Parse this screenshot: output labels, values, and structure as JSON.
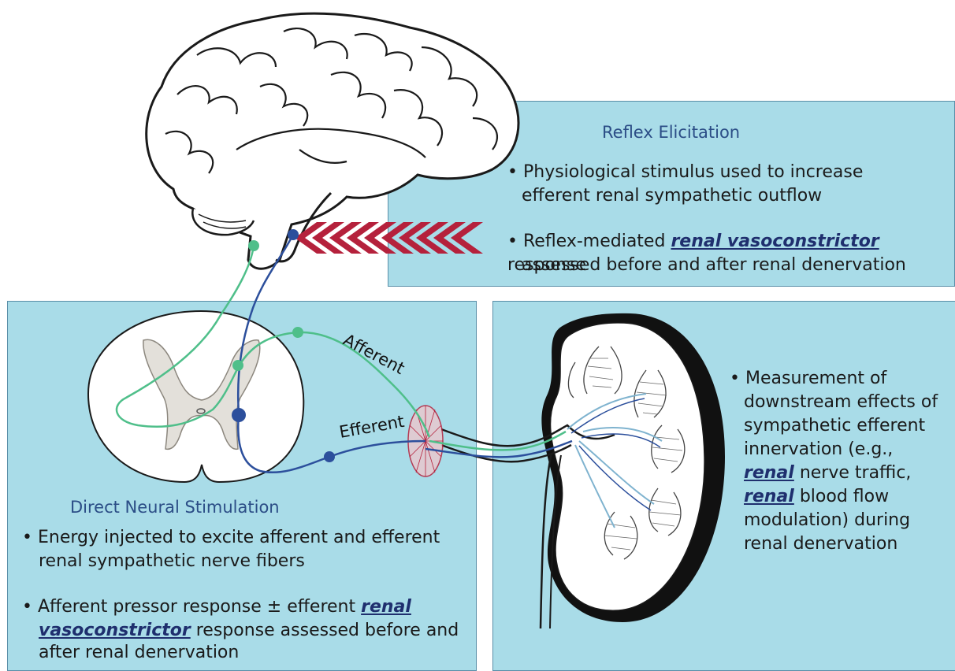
{
  "reflex": {
    "heading": "Reflex Elicitation",
    "bullet1_line1": "Physiological stimulus used to increase",
    "bullet1_line2": "efferent renal sympathetic outflow",
    "bullet2_pre": "Reflex-mediated ",
    "bullet2_em": "renal vasoconstrictor",
    "bullet2_post": " response",
    "bullet2_line2": "assessed before and after renal denervation"
  },
  "direct": {
    "heading": "Direct Neural Stimulation",
    "bullet1_line1": "Energy injected to excite afferent and efferent",
    "bullet1_line2": "renal sympathetic nerve fibers",
    "bullet2_pre": "Afferent pressor response ± efferent ",
    "bullet2_em1": "renal",
    "bullet2_em2": "vasoconstrictor",
    "bullet2_post": " response assessed before and",
    "bullet2_line3": "after renal denervation"
  },
  "measure": {
    "line1": "Measurement of",
    "line2": "downstream effects of",
    "line3": "sympathetic efferent",
    "line4": "innervation (e.g.,",
    "line5_em": "renal",
    "line5_post": " nerve traffic,",
    "line6_em": "renal",
    "line6_post": " blood flow",
    "line7": "modulation) during",
    "line8": "renal denervation"
  },
  "labels": {
    "afferent": "Afferent",
    "efferent": "Efferent"
  },
  "colors": {
    "panel": "#a9dce8",
    "afferent_fiber": "#4fbf8a",
    "efferent_fiber": "#2c4f9c",
    "chevron": "#b5213c",
    "heading": "#2b4d86"
  },
  "icons": {
    "brain": "brain-illustration",
    "spinal_cord": "spinal-cord-cross-section",
    "kidney": "kidney-illustration",
    "arrows": "red-chevron-arrows",
    "ablation": "ablation-disc"
  }
}
